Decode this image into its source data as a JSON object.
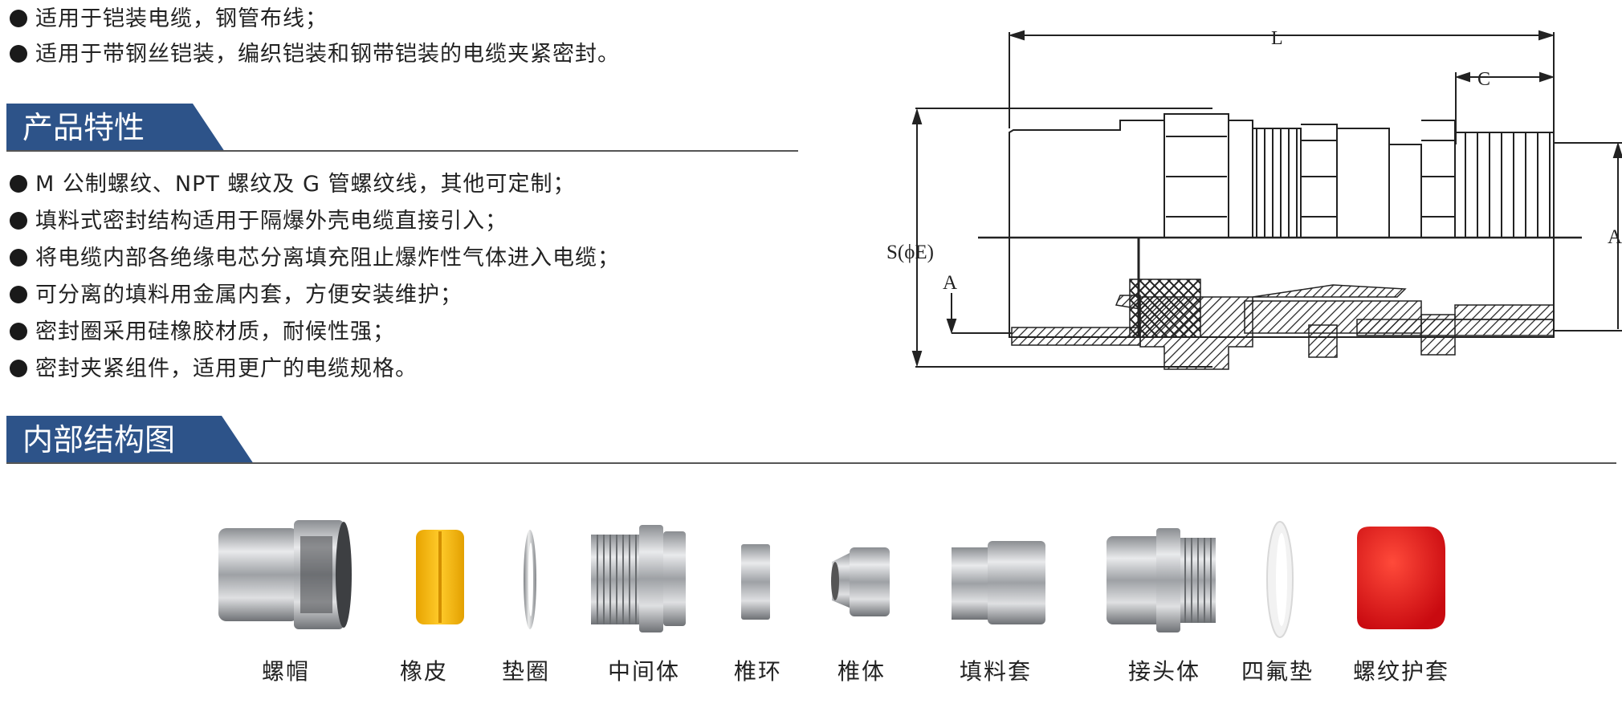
{
  "intro_bullets": [
    "适用于铠装电缆，钢管布线；",
    "适用于带钢丝铠装，编织铠装和钢带铠装的电缆夹紧密封。"
  ],
  "section1": {
    "title": "产品特性"
  },
  "features": [
    "M 公制螺纹、NPT 螺纹及 G 管螺纹线，其他可定制；",
    "填料式密封结构适用于隔爆外壳电缆直接引入；",
    "将电缆内部各绝缘电芯分离填充阻止爆炸性气体进入电缆；",
    "可分离的填料用金属内套，方便安装维护；",
    "密封圈采用硅橡胶材质，耐候性强；",
    "密封夹紧组件，适用更广的电缆规格。"
  ],
  "diagram": {
    "dim_L": "L",
    "dim_C": "C",
    "dim_S": "S(ϕE)",
    "dim_A": "A",
    "dim_A_right": "A"
  },
  "section2": {
    "title": "内部结构图"
  },
  "parts": [
    {
      "label": "螺帽",
      "icon": "hex-nut-icon"
    },
    {
      "label": "橡皮",
      "icon": "rubber-seal-icon"
    },
    {
      "label": "垫圈",
      "icon": "washer-icon"
    },
    {
      "label": "中间体",
      "icon": "middle-body-icon"
    },
    {
      "label": "椎环",
      "icon": "cone-ring-icon"
    },
    {
      "label": "椎体",
      "icon": "cone-body-icon"
    },
    {
      "label": "填料套",
      "icon": "filler-sleeve-icon"
    },
    {
      "label": "接头体",
      "icon": "connector-body-icon"
    },
    {
      "label": "四氟垫",
      "icon": "ptfe-gasket-icon"
    },
    {
      "label": "螺纹护套",
      "icon": "thread-cap-icon"
    }
  ],
  "colors": {
    "accent": "#2d5389",
    "rubber": "#f5b800",
    "cap": "#e8161b"
  }
}
